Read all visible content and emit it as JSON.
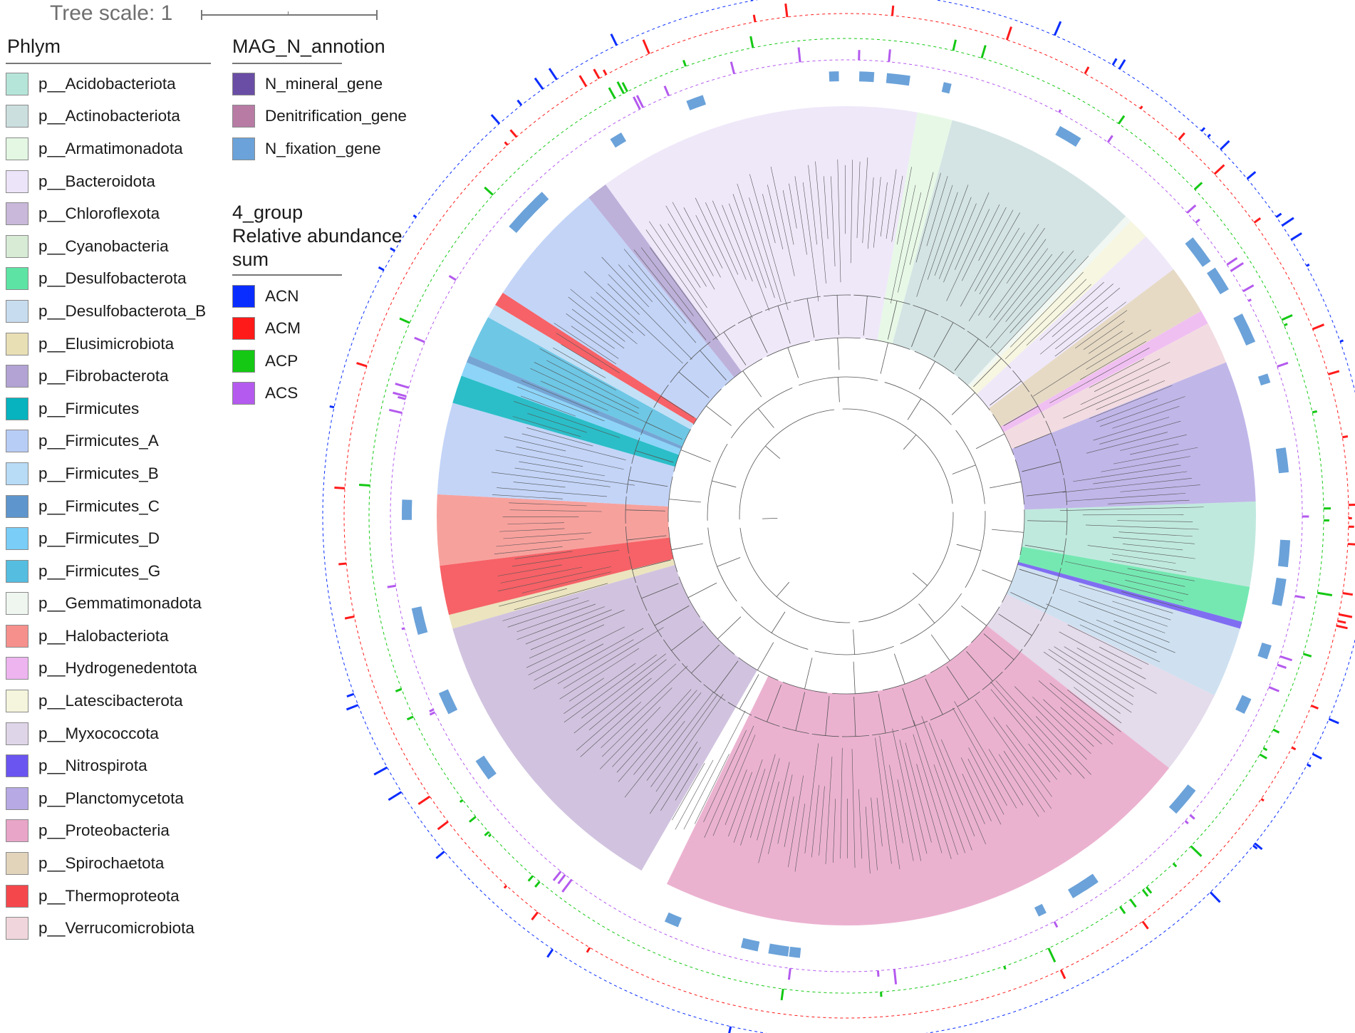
{
  "tree_scale": {
    "label": "Tree scale: 1"
  },
  "phylum_legend": {
    "title": "Phlym",
    "items": [
      {
        "label": "p__Acidobacteriota",
        "color": "#b5e5d8"
      },
      {
        "label": "p__Actinobacteriota",
        "color": "#ccdfdf"
      },
      {
        "label": "p__Armatimonadota",
        "color": "#e3f7e3"
      },
      {
        "label": "p__Bacteroidota",
        "color": "#ece4f8"
      },
      {
        "label": "p__Chloroflexota",
        "color": "#c9b8d9"
      },
      {
        "label": "p__Cyanobacteria",
        "color": "#d7ebd5"
      },
      {
        "label": "p__Desulfobacterota",
        "color": "#5de4a4"
      },
      {
        "label": "p__Desulfobacterota_B",
        "color": "#c7dcee"
      },
      {
        "label": "p__Elusimicrobiota",
        "color": "#e8dfb4"
      },
      {
        "label": "p__Fibrobacterota",
        "color": "#b2a3d4"
      },
      {
        "label": "p__Firmicutes",
        "color": "#06b3be"
      },
      {
        "label": "p__Firmicutes_A",
        "color": "#b8cdf6"
      },
      {
        "label": "p__Firmicutes_B",
        "color": "#b8dbf6"
      },
      {
        "label": "p__Firmicutes_C",
        "color": "#5e95cc"
      },
      {
        "label": "p__Firmicutes_D",
        "color": "#79cdf7"
      },
      {
        "label": "p__Firmicutes_G",
        "color": "#55bde0"
      },
      {
        "label": "p__Gemmatimonadota",
        "color": "#eff6f0"
      },
      {
        "label": "p__Halobacteriota",
        "color": "#f6908c"
      },
      {
        "label": "p__Hydrogenedentota",
        "color": "#edb4f0"
      },
      {
        "label": "p__Latescibacterota",
        "color": "#f4f5dc"
      },
      {
        "label": "p__Myxococcota",
        "color": "#dfd5e8"
      },
      {
        "label": "p__Nitrospirota",
        "color": "#6a55f0"
      },
      {
        "label": "p__Planctomycetota",
        "color": "#b6a9e4"
      },
      {
        "label": "p__Proteobacteria",
        "color": "#e8a5c8"
      },
      {
        "label": "p__Spirochaetota",
        "color": "#e2d4bb"
      },
      {
        "label": "p__Thermoproteota",
        "color": "#f4474c"
      },
      {
        "label": "p__Verrucomicrobiota",
        "color": "#f0d6dc"
      }
    ]
  },
  "gene_legend": {
    "title": "MAG_N_annotion",
    "items": [
      {
        "label": "N_mineral_gene",
        "color": "#6a4ea6"
      },
      {
        "label": "Denitrification_gene",
        "color": "#b87ba4"
      },
      {
        "label": "N_fixation_gene",
        "color": "#6ba2d9"
      }
    ]
  },
  "group_legend": {
    "title_lines": [
      "4_group",
      "Relative abundance",
      "sum"
    ],
    "items": [
      {
        "label": "ACN",
        "color": "#0a2dff"
      },
      {
        "label": "ACM",
        "color": "#ff1a1a"
      },
      {
        "label": "ACP",
        "color": "#14c814"
      },
      {
        "label": "ACS",
        "color": "#b45aee"
      }
    ]
  },
  "tree": {
    "clades": [
      {
        "phylum": "p__Acidobacteriota",
        "start": 358,
        "end": 370
      },
      {
        "phylum": "p__Desulfobacterota",
        "start": 370,
        "end": 375
      },
      {
        "phylum": "p__Nitrospirota",
        "start": 375,
        "end": 376
      },
      {
        "phylum": "p__Desulfobacterota_B",
        "start": 376,
        "end": 386
      },
      {
        "phylum": "p__Myxococcota",
        "start": 386,
        "end": 398
      },
      {
        "phylum": "p__Proteobacteria",
        "start": 398,
        "end": 476
      },
      {
        "phylum": "p__Chloroflexota",
        "start": 480,
        "end": 524
      },
      {
        "phylum": "p__Elusimicrobiota",
        "start": 524,
        "end": 526
      },
      {
        "phylum": "p__Thermoproteota",
        "start": 526,
        "end": 533
      },
      {
        "phylum": "p__Halobacteriota",
        "start": 533,
        "end": 543
      },
      {
        "phylum": "p__Firmicutes_A",
        "start": 543,
        "end": 556
      },
      {
        "phylum": "p__Firmicutes",
        "start": 556,
        "end": 560
      },
      {
        "phylum": "p__Firmicutes_D",
        "start": 560,
        "end": 562
      },
      {
        "phylum": "p__Firmicutes_C",
        "start": 562,
        "end": 563
      },
      {
        "phylum": "p__Firmicutes_G",
        "start": 563,
        "end": 569
      },
      {
        "phylum": "p__Firmicutes_B",
        "start": 569,
        "end": 571
      },
      {
        "phylum": "p__Thermoproteota",
        "start": 571,
        "end": 573
      },
      {
        "phylum": "p__Firmicutes_A",
        "start": 573,
        "end": 591
      },
      {
        "phylum": "p__Fibrobacterota",
        "start": 591,
        "end": 594
      },
      {
        "phylum": "p__Bacteroidota",
        "start": 594,
        "end": 640
      },
      {
        "phylum": "p__Armatimonadota",
        "start": 640,
        "end": 645
      },
      {
        "phylum": "p__Actinobacteriota",
        "start": 645,
        "end": 673
      },
      {
        "phylum": "p__Gemmatimonadota",
        "start": 673,
        "end": 674
      },
      {
        "phylum": "p__Latescibacterota",
        "start": 674,
        "end": 677
      },
      {
        "phylum": "p__Bacteroidota",
        "start": 677,
        "end": 683
      },
      {
        "phylum": "p__Spirochaetota",
        "start": 683,
        "end": 690
      },
      {
        "phylum": "p__Hydrogenedentota",
        "start": 690,
        "end": 692
      },
      {
        "phylum": "p__Verrucomicrobiota",
        "start": 692,
        "end": 698
      },
      {
        "phylum": "p__Planctomycetota",
        "start": 698,
        "end": 718
      }
    ]
  }
}
